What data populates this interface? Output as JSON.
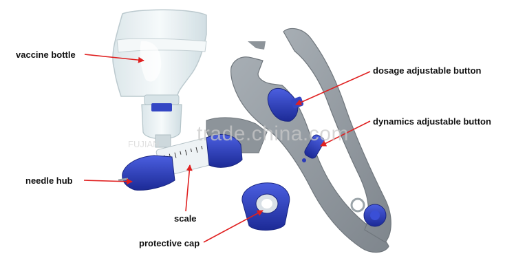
{
  "labels": {
    "vaccine_bottle": "vaccine bottle",
    "dosage_button": "dosage adjustable button",
    "dynamics_button": "dynamics adjustable button",
    "needle_hub": "needle hub",
    "scale": "scale",
    "protective_cap": "protective cap"
  },
  "watermark": {
    "site": "trade.china.com",
    "tag": "FUJIAN"
  },
  "colors": {
    "arrow": "#e02020",
    "device_gray": "#8f969d",
    "accent_blue": "#2b3bb8",
    "bottle": "#e3ecef"
  }
}
